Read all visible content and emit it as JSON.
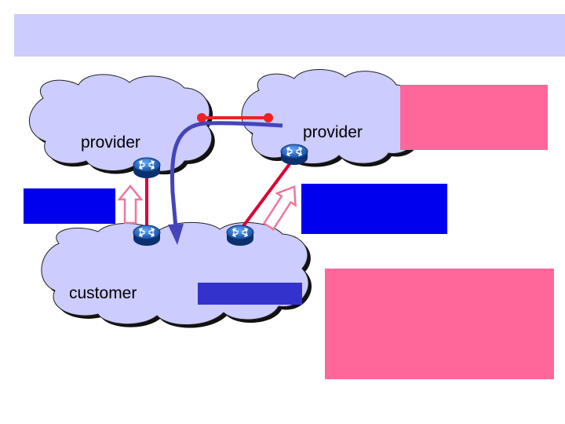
{
  "clouds": {
    "provider_left": "provider",
    "provider_right": "provider",
    "customer": "customer"
  },
  "colors": {
    "title_bar": "#ccccff",
    "cloud_fill": "#ccccff",
    "peering_link": "#ee2222",
    "traffic_arrow": "#4444bb",
    "router": "#1f6fcf",
    "access_link": "#dd0033",
    "announce_arrow": "#ee7799",
    "blue_box": "#0000ee",
    "dark_blue_box": "#3333cc",
    "pink_box": "#ff6699"
  },
  "icons": [
    "router-icon",
    "cloud-shape",
    "hollow-up-arrow",
    "curved-traffic-arrow"
  ]
}
